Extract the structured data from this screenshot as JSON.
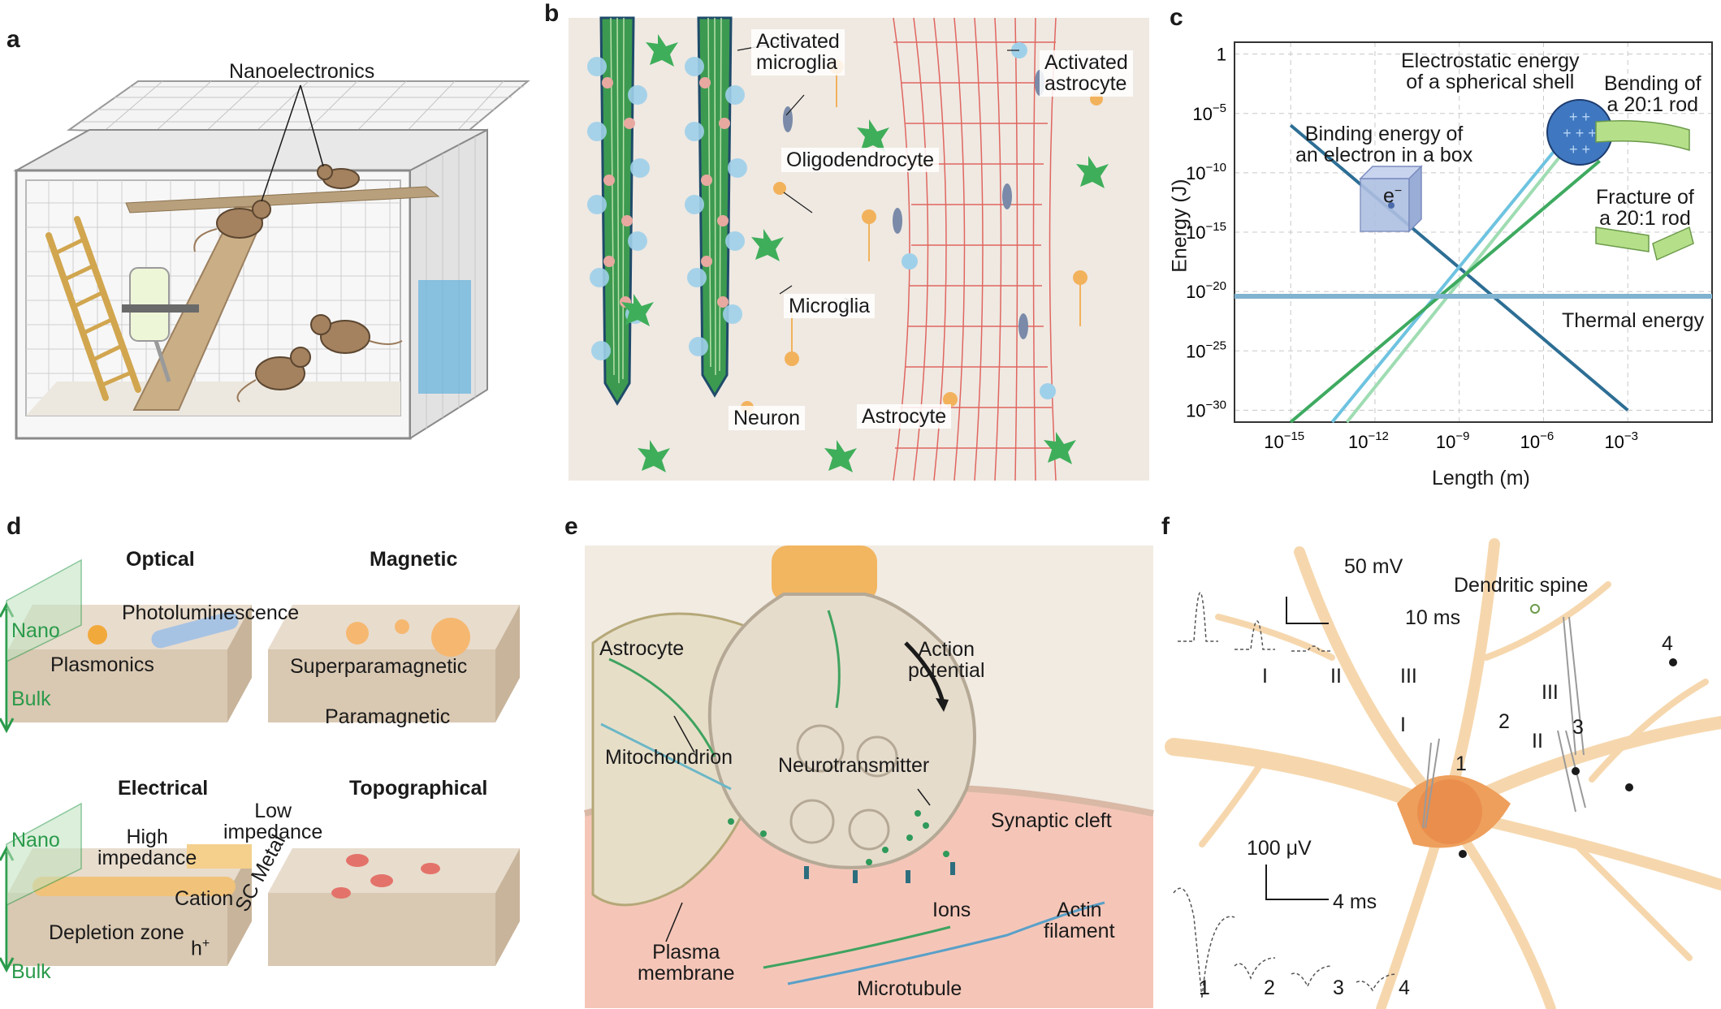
{
  "panels": {
    "a": {
      "letter": "a",
      "nanoelectronics": "Nanoelectronics"
    },
    "b": {
      "letter": "b",
      "activated_microglia": "Activated\nmicroglia",
      "activated_astrocyte": "Activated\nastrocyte",
      "oligodendrocyte": "Oligodendrocyte",
      "microglia": "Microglia",
      "neuron": "Neuron",
      "astrocyte": "Astrocyte"
    },
    "c": {
      "letter": "c",
      "ylabel": "Energy (J)",
      "xlabel": "Length (m)",
      "yticks": [
        "1",
        "10",
        "10",
        "10",
        "10",
        "10",
        "10"
      ],
      "ytick_exps": [
        "",
        "−5",
        "−10",
        "−15",
        "−20",
        "−25",
        "−30"
      ],
      "xticks": [
        "10",
        "10",
        "10",
        "10",
        "10"
      ],
      "xtick_exps": [
        "−15",
        "−12",
        "−9",
        "−6",
        "−3"
      ],
      "annotations": {
        "electrostatic": "Electrostatic energy\nof a spherical shell",
        "bending": "Bending of\na 20:1 rod",
        "binding": "Binding energy of\nan electron in a box",
        "fracture": "Fracture of\na 20:1 rod",
        "thermal": "Thermal energy",
        "electron_symbol": "e"
      }
    },
    "d": {
      "letter": "d",
      "optical": "Optical",
      "magnetic": "Magnetic",
      "electrical": "Electrical",
      "topographical": "Topographical",
      "photoluminescence": "Photoluminescence",
      "plasmonics": "Plasmonics",
      "superparamagnetic": "Superparamagnetic",
      "paramagnetic": "Paramagnetic",
      "nano": "Nano",
      "bulk": "Bulk",
      "high_impedance": "High\nimpedance",
      "low_impedance": "Low\nimpedance",
      "cation": "Cation",
      "sc_metal": "SC Metal",
      "depletion_zone": "Depletion zone",
      "hplus": "h"
    },
    "e": {
      "letter": "e",
      "astrocyte": "Astrocyte",
      "action_potential": "Action\npotential",
      "mitochondrion": "Mitochondrion",
      "neurotransmitter": "Neurotransmitter",
      "synaptic_cleft": "Synaptic cleft",
      "ions": "Ions",
      "actin_filament": "Actin\nfilament",
      "plasma_membrane": "Plasma\nmembrane",
      "microtubule": "Microtubule"
    },
    "f": {
      "letter": "f",
      "scale1_v": "50 mV",
      "scale1_t": "10 ms",
      "scale2_v": "100 μV",
      "scale2_t": "4 ms",
      "dendritic_spine": "Dendritic spine",
      "roman": [
        "I",
        "II",
        "III"
      ],
      "points": [
        "1",
        "2",
        "3",
        "4"
      ],
      "trace_labels": [
        "1",
        "2",
        "3",
        "4"
      ]
    }
  },
  "chart_data": {
    "type": "line",
    "xlabel": "Length (m)",
    "ylabel": "Energy (J)",
    "xscale": "log",
    "yscale": "log",
    "xlim": [
      1e-17,
      1.0
    ],
    "ylim": [
      1e-31,
      10.0
    ],
    "grid": true,
    "series": [
      {
        "name": "Binding energy of an electron in a box",
        "color": "#2d6e94",
        "x": [
          1e-15,
          0.001
        ],
        "y": [
          1e-06,
          1e-30
        ]
      },
      {
        "name": "Electrostatic energy of a spherical shell",
        "color": "#6ec3e0",
        "x": [
          3e-14,
          3e-05
        ],
        "y": [
          1e-31,
          1e-05
        ]
      },
      {
        "name": "Bending of a 20:1 rod",
        "color": "#9fdcb2",
        "x": [
          1e-13,
          3e-05
        ],
        "y": [
          1e-31,
          1e-06
        ]
      },
      {
        "name": "Fracture of a 20:1 rod",
        "color": "#3eaa60",
        "x": [
          1e-15,
          0.0001
        ],
        "y": [
          1e-31,
          1e-09
        ]
      },
      {
        "name": "Thermal energy",
        "color": "#7fb3cf",
        "x": [
          1e-17,
          1.0
        ],
        "y": [
          4e-21,
          4e-21
        ]
      }
    ]
  },
  "colors": {
    "panel_bg": "#efe9e2",
    "neuron_orange": "#f0a45a",
    "chart_blue": "#2d6e94",
    "green_axis": "#2a9a4a"
  }
}
